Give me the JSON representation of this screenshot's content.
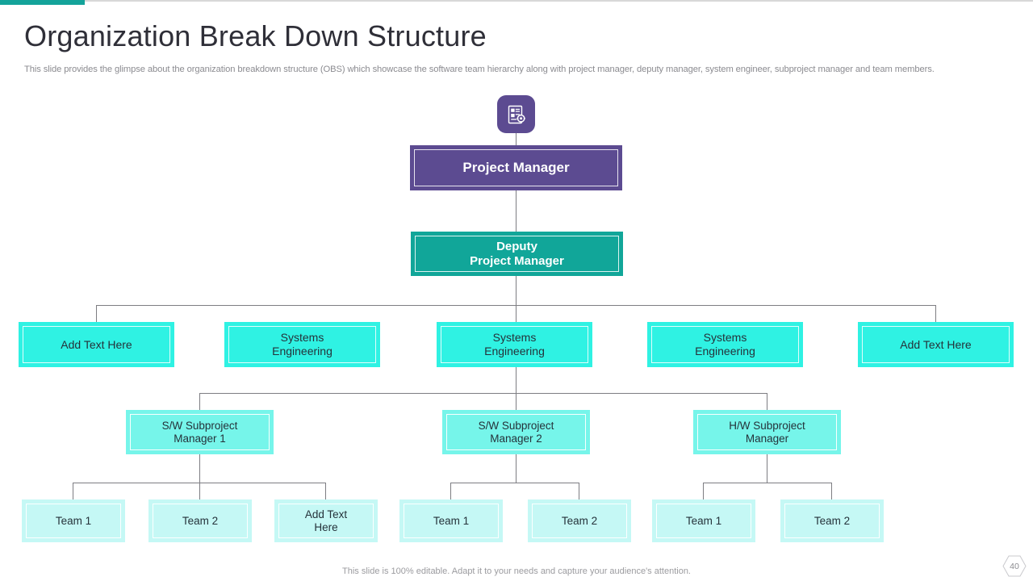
{
  "header": {
    "title": "Organization Break Down Structure",
    "subtitle": "This slide provides the glimpse about the organization breakdown structure (OBS) which showcase the software team hierarchy along with project manager, deputy manager, system engineer, subproject manager and team members."
  },
  "icon": {
    "name": "document-gear-icon",
    "badge_color": "#5c4b91"
  },
  "chart_data": {
    "type": "diagram",
    "title": "Organization Break Down Structure",
    "levels": [
      {
        "level": 1,
        "name": "project-manager",
        "color": "#5c4b91",
        "nodes": [
          {
            "id": "pm",
            "label": "Project Manager"
          }
        ]
      },
      {
        "level": 2,
        "name": "deputy-project-manager",
        "color": "#11a699",
        "nodes": [
          {
            "id": "dpm",
            "line1": "Deputy",
            "line2": "Project Manager"
          }
        ]
      },
      {
        "level": 3,
        "name": "systems-engineering",
        "color": "#2ff2e3",
        "nodes": [
          {
            "id": "se1",
            "line1": "Add Text Here",
            "line2": ""
          },
          {
            "id": "se2",
            "line1": "Systems",
            "line2": "Engineering"
          },
          {
            "id": "se3",
            "line1": "Systems",
            "line2": "Engineering"
          },
          {
            "id": "se4",
            "line1": "Systems",
            "line2": "Engineering"
          },
          {
            "id": "se5",
            "line1": "Add Text Here",
            "line2": ""
          }
        ]
      },
      {
        "level": 4,
        "name": "subproject-managers",
        "color": "#76f5ea",
        "nodes": [
          {
            "id": "sm1",
            "line1": "S/W Subproject",
            "line2": "Manager 1"
          },
          {
            "id": "sm2",
            "line1": "S/W Subproject",
            "line2": "Manager 2"
          },
          {
            "id": "sm3",
            "line1": "H/W Subproject",
            "line2": "Manager"
          }
        ]
      },
      {
        "level": 5,
        "name": "teams",
        "color": "#c5f8f5",
        "nodes": [
          {
            "id": "t1",
            "line1": "Team 1",
            "line2": ""
          },
          {
            "id": "t2",
            "line1": "Team 2",
            "line2": ""
          },
          {
            "id": "t3",
            "line1": "Add Text",
            "line2": "Here"
          },
          {
            "id": "t4",
            "line1": "Team 1",
            "line2": ""
          },
          {
            "id": "t5",
            "line1": "Team 2",
            "line2": ""
          },
          {
            "id": "t6",
            "line1": "Team 1",
            "line2": ""
          },
          {
            "id": "t7",
            "line1": "Team 2",
            "line2": ""
          }
        ]
      }
    ],
    "edges": [
      [
        "pm",
        "dpm"
      ],
      [
        "dpm",
        "se1"
      ],
      [
        "dpm",
        "se3"
      ],
      [
        "dpm",
        "se5"
      ],
      [
        "se3",
        "sm1"
      ],
      [
        "se3",
        "sm2"
      ],
      [
        "se3",
        "sm3"
      ],
      [
        "sm1",
        "t1"
      ],
      [
        "sm1",
        "t2"
      ],
      [
        "sm1",
        "t3"
      ],
      [
        "sm2",
        "t4"
      ],
      [
        "sm2",
        "t5"
      ],
      [
        "sm3",
        "t6"
      ],
      [
        "sm3",
        "t7"
      ]
    ]
  },
  "footer": {
    "note": "This slide is 100% editable. Adapt it to your needs and capture your audience's attention.",
    "page_number": "40"
  },
  "colors": {
    "accent_teal": "#14a39a",
    "purple": "#5c4b91",
    "teal": "#11a699",
    "cyan_bright": "#2ff2e3",
    "cyan_mid": "#76f5ea",
    "cyan_light": "#c5f8f5",
    "connector": "#7d7d82"
  }
}
